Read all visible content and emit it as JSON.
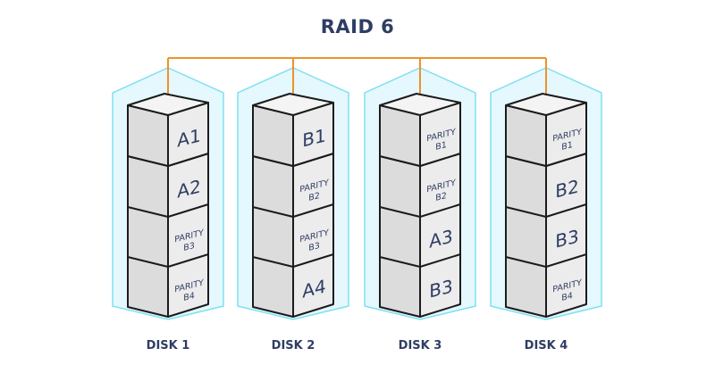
{
  "title": "RAID 6",
  "colors": {
    "connector": "#f0912a",
    "hex_fill": "#e4f8fd",
    "hex_stroke": "#7fe0f2",
    "cube_top": "#f4f4f4",
    "cube_left": "#dcdcdc",
    "cube_right": "#ececec",
    "cube_edge": "#1b1b1b",
    "label": "#2f3d63"
  },
  "disks": [
    {
      "name": "DISK 1",
      "blocks": [
        {
          "kind": "data",
          "label": "A1"
        },
        {
          "kind": "data",
          "label": "A2"
        },
        {
          "kind": "parity",
          "label": "PARITY",
          "sub": "B3"
        },
        {
          "kind": "parity",
          "label": "PARITY",
          "sub": "B4"
        }
      ]
    },
    {
      "name": "DISK 2",
      "blocks": [
        {
          "kind": "data",
          "label": "B1"
        },
        {
          "kind": "parity",
          "label": "PARITY",
          "sub": "B2"
        },
        {
          "kind": "parity",
          "label": "PARITY",
          "sub": "B3"
        },
        {
          "kind": "data",
          "label": "A4"
        }
      ]
    },
    {
      "name": "DISK 3",
      "blocks": [
        {
          "kind": "parity",
          "label": "PARITY",
          "sub": "B1"
        },
        {
          "kind": "parity",
          "label": "PARITY",
          "sub": "B2"
        },
        {
          "kind": "data",
          "label": "A3"
        },
        {
          "kind": "data",
          "label": "B3"
        }
      ]
    },
    {
      "name": "DISK 4",
      "blocks": [
        {
          "kind": "parity",
          "label": "PARITY",
          "sub": "B1"
        },
        {
          "kind": "data",
          "label": "B2"
        },
        {
          "kind": "data",
          "label": "B3"
        },
        {
          "kind": "parity",
          "label": "PARITY",
          "sub": "B4"
        }
      ]
    }
  ]
}
